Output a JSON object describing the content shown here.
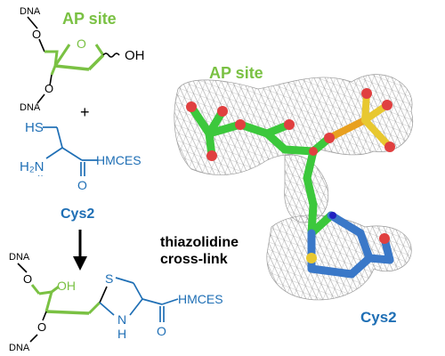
{
  "colors": {
    "ap_green": "#7ac143",
    "cys_blue": "#1f6fb5",
    "black": "#000000",
    "mesh_gray": "#9a9a9a",
    "stick_green": "#3cc83c",
    "stick_blue": "#3a78c8",
    "oxygen_red": "#e04040",
    "phosphorus_orange": "#e8a020",
    "sulfur_yellow": "#e8c830",
    "nitrogen_blue": "#2020c0"
  },
  "scheme": {
    "ap_site_title": "AP site",
    "dna_top": "DNA",
    "dna_mid": "DNA",
    "oh": "OH",
    "plus": "+",
    "hs": "HS",
    "h2n": "H₂N",
    "o_ring": "O",
    "o_phos_mid": "O",
    "o_carbonyl": "O",
    "hmces_top": "HMCES",
    "cys2_name": "Cys2",
    "dna_bottom_top": "DNA",
    "dna_bottom_low": "DNA",
    "oh_product": "OH",
    "s_ring": "S",
    "nh": "N",
    "nh_h": "H",
    "o_product": "O",
    "hmces_product": "HMCES"
  },
  "structure": {
    "ap_site_label": "AP site",
    "crosslink_line1": "thiazolidine",
    "crosslink_line2": "cross-link",
    "cys2_label": "Cys2"
  }
}
